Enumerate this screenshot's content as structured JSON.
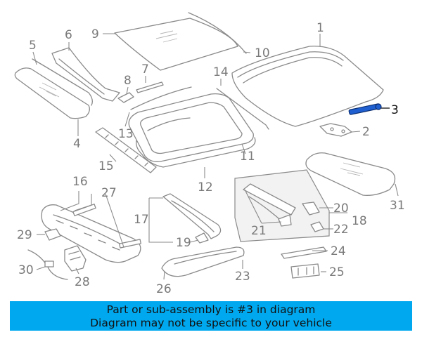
{
  "callouts": [
    {
      "id": "1",
      "text": "1"
    },
    {
      "id": "2",
      "text": "2"
    },
    {
      "id": "3",
      "text": "3",
      "highlighted": true
    },
    {
      "id": "4",
      "text": "4"
    },
    {
      "id": "5",
      "text": "5"
    },
    {
      "id": "6",
      "text": "6"
    },
    {
      "id": "7",
      "text": "7"
    },
    {
      "id": "8",
      "text": "8"
    },
    {
      "id": "9",
      "text": "9"
    },
    {
      "id": "10",
      "text": "10"
    },
    {
      "id": "11",
      "text": "11"
    },
    {
      "id": "12",
      "text": "12"
    },
    {
      "id": "13",
      "text": "13"
    },
    {
      "id": "14",
      "text": "14"
    },
    {
      "id": "15",
      "text": "15"
    },
    {
      "id": "16",
      "text": "16"
    },
    {
      "id": "17",
      "text": "17"
    },
    {
      "id": "18",
      "text": "18"
    },
    {
      "id": "19",
      "text": "19"
    },
    {
      "id": "20",
      "text": "20"
    },
    {
      "id": "21",
      "text": "21"
    },
    {
      "id": "22",
      "text": "22"
    },
    {
      "id": "23",
      "text": "23"
    },
    {
      "id": "24",
      "text": "24"
    },
    {
      "id": "25",
      "text": "25"
    },
    {
      "id": "26",
      "text": "26"
    },
    {
      "id": "27",
      "text": "27"
    },
    {
      "id": "28",
      "text": "28"
    },
    {
      "id": "29",
      "text": "29"
    },
    {
      "id": "30",
      "text": "30"
    },
    {
      "id": "31",
      "text": "31"
    }
  ],
  "banner": {
    "line1": "Part or sub-assembly is #3 in diagram",
    "line2": "Diagram may not be specific to your vehicle",
    "background": "#00a9ef"
  },
  "colors": {
    "line": "#8a8a8a",
    "label": "#7a7a7a",
    "highlight_label": "#111111"
  }
}
